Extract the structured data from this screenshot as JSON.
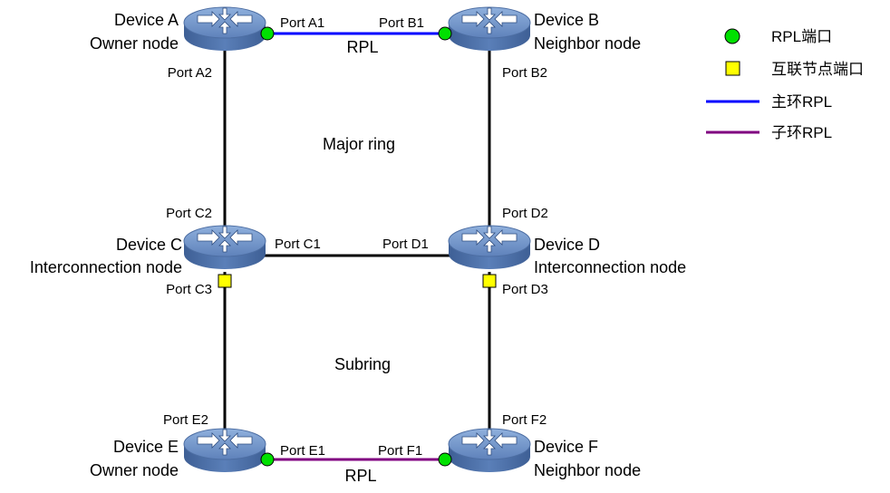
{
  "devices": [
    {
      "id": "a",
      "name": "Device A",
      "role": "Owner node"
    },
    {
      "id": "b",
      "name": "Device B",
      "role": "Neighbor node"
    },
    {
      "id": "c",
      "name": "Device C",
      "role": "Interconnection node"
    },
    {
      "id": "d",
      "name": "Device D",
      "role": "Interconnection node"
    },
    {
      "id": "e",
      "name": "Device E",
      "role": "Owner node"
    },
    {
      "id": "f",
      "name": "Device F",
      "role": "Neighbor node"
    }
  ],
  "ports": {
    "a1": "Port A1",
    "a2": "Port A2",
    "b1": "Port B1",
    "b2": "Port B2",
    "c1": "Port C1",
    "c2": "Port C2",
    "c3": "Port C3",
    "d1": "Port D1",
    "d2": "Port D2",
    "d3": "Port D3",
    "e1": "Port E1",
    "e2": "Port E2",
    "f1": "Port F1",
    "f2": "Port F2"
  },
  "links": {
    "major_rpl_label": "RPL",
    "sub_rpl_label": "RPL"
  },
  "rings": {
    "major": "Major ring",
    "sub": "Subring"
  },
  "legend": {
    "rpl_port": "RPL端口",
    "interconnect_port": "互联节点端口",
    "major_rpl": "主环RPL",
    "sub_rpl": "子环RPL"
  },
  "colors": {
    "device_body": "#4a6fa5",
    "device_top": "#6b8fc6",
    "rpl_port": "#00e000",
    "interconnect_port": "#ffff00",
    "major_rpl_line": "#0000ff",
    "sub_rpl_line": "#800080",
    "link": "#000000"
  }
}
